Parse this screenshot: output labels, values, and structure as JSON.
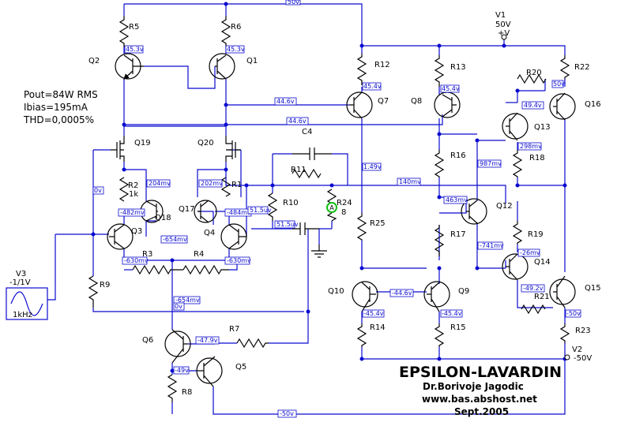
{
  "info": {
    "pout": "Pout=84W RMS",
    "ibias": "Ibias=195mA",
    "thd": "THD=0,0005%"
  },
  "title": "EPSILON-LAVARDIN",
  "credits": [
    "Dr.Borivoje Jagodic",
    "www.bas.abshost.net",
    "Sept.2005"
  ],
  "sources": {
    "v1_name": "V1",
    "v1_value": "50V",
    "v1_pin": "+V",
    "v2_name": "V2",
    "v2_value": "-50V",
    "v3_name": "V3",
    "v3_value": "-1/1V",
    "v3_freq": "1kHz"
  },
  "components": {
    "Q1": "Q1",
    "Q2": "Q2",
    "Q3": "Q3",
    "Q4": "Q4",
    "Q5": "Q5",
    "Q6": "Q6",
    "Q7": "Q7",
    "Q8": "Q8",
    "Q9": "Q9",
    "Q10": "Q10",
    "Q12": "Q12",
    "Q13": "Q13",
    "Q14": "Q14",
    "Q15": "Q15",
    "Q16": "Q16",
    "Q17": "Q17",
    "Q18": "Q18",
    "Q19": "Q19",
    "Q20": "Q20",
    "R1": "R1",
    "R2": "R2",
    "R2_value": "1k",
    "R3": "R3",
    "R4": "R4",
    "R5": "R5",
    "R6": "R6",
    "R7": "R7",
    "R8": "R8",
    "R9": "R9",
    "R10": "R10",
    "R11": "R11",
    "R12": "R12",
    "R13": "R13",
    "R14": "R14",
    "R15": "R15",
    "R16": "R16",
    "R17": "R17",
    "R18": "R18",
    "R19": "R19",
    "R20": "R20",
    "R21": "R21",
    "R22": "R22",
    "R23": "R23",
    "R24": "R24",
    "R24_value": "8",
    "R25": "R25",
    "C4": "C4",
    "ammeter": "A"
  },
  "voltage_tags": {
    "t50v": "50v",
    "q2e": "45.3v",
    "q1e": "45.3v",
    "r12": "45.4v",
    "q8e": "45.4v",
    "b446a": "44.6v",
    "b446b": "44.6v",
    "r20": "50v",
    "q13b": "49.4v",
    "q13e": "298mv",
    "v987": "987mv",
    "v149": "1.49v",
    "v140": "140mv",
    "v463": "463mv",
    "v741": "-741mv",
    "q14e": "-26mv",
    "q15b": "-49.2v",
    "q15e": "-50v",
    "q10b": "-44.6v",
    "q10e": "-45.4v",
    "q9e": "-45.4v",
    "v204": "204mv",
    "v202": "202mv",
    "v0a": "0v",
    "v482": "-482mv",
    "v484": "-484mv",
    "v515a": "51.5uv",
    "v515b": "51.5uv",
    "v654a": "-654mv",
    "v654b": "-654mv",
    "v0b": "0v",
    "v630a": "-630mv",
    "v630b": "-630mv",
    "v479": "-47.9v",
    "v49": "-49v",
    "v50n": "-50v"
  }
}
